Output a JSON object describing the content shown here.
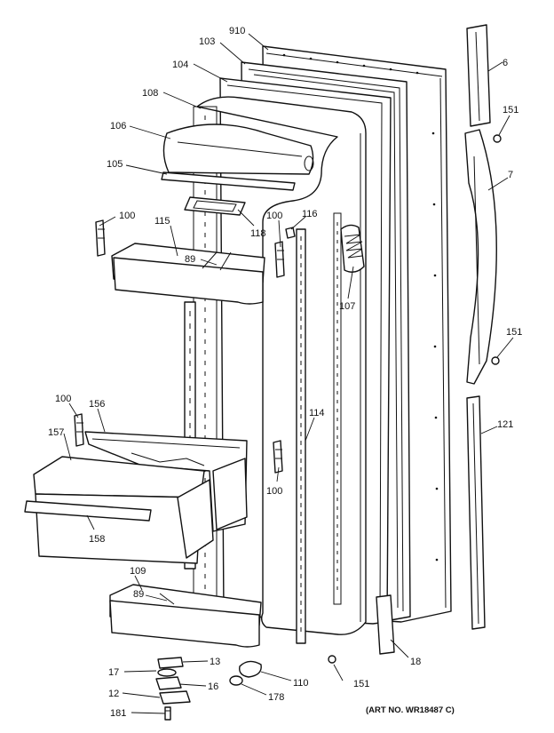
{
  "diagram": {
    "art_number": "(ART NO. WR18487 C)",
    "callouts": {
      "c910": "910",
      "c103": "103",
      "c104": "104",
      "c108": "108",
      "c106": "106",
      "c105": "105",
      "c100a": "100",
      "c115": "115",
      "c118": "118",
      "c100b": "100",
      "c116": "116",
      "c89a": "89",
      "c107": "107",
      "c6": "6",
      "c151a": "151",
      "c7": "7",
      "c151b": "151",
      "c100c": "100",
      "c156": "156",
      "c157": "157",
      "c114": "114",
      "c121": "121",
      "c100d": "100",
      "c158": "158",
      "c109": "109",
      "c89b": "89",
      "c18": "18",
      "c17": "17",
      "c13": "13",
      "c16": "16",
      "c110": "110",
      "c12": "12",
      "c178": "178",
      "c151c": "151",
      "c181": "181"
    }
  }
}
